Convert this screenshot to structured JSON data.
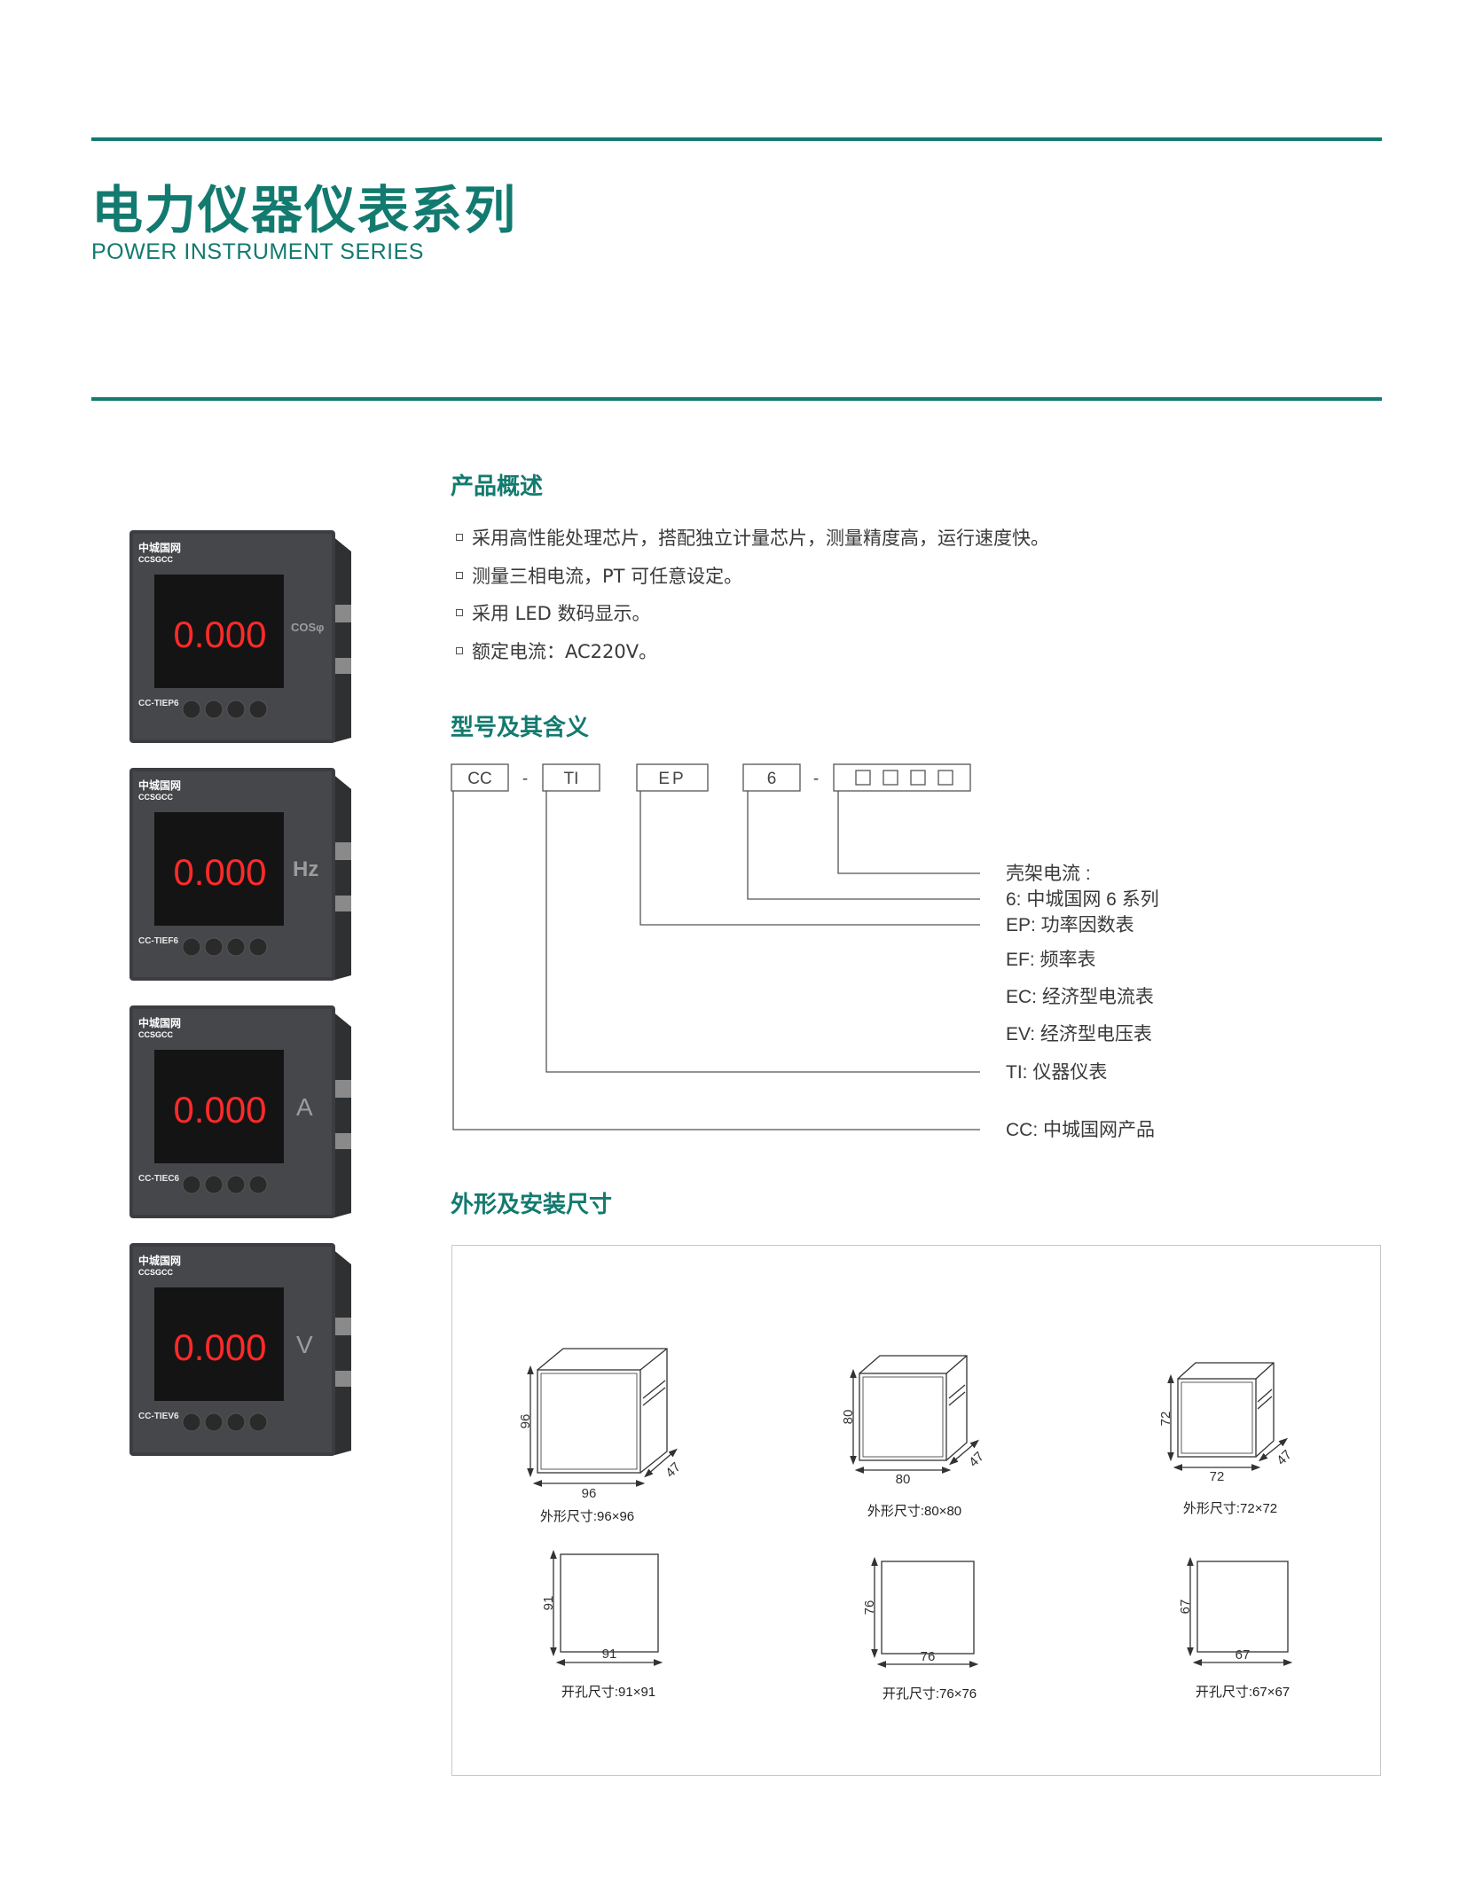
{
  "header": {
    "title": "电力仪器仪表系列",
    "subtitle": "POWER INSTRUMENT SERIES"
  },
  "overview": {
    "heading": "产品概述",
    "items": [
      "采用高性能处理芯片，搭配独立计量芯片，测量精度高，运行速度快。",
      "测量三相电流，PT 可任意设定。",
      "采用 LED 数码显示。",
      "额定电流：AC220V。"
    ]
  },
  "model": {
    "heading": "型号及其含义",
    "codes": [
      "CC",
      "TI",
      "EP",
      "6"
    ],
    "separators": [
      "-",
      "-"
    ],
    "meanings": [
      "壳架电流 :",
      "6: 中城国网 6 系列",
      "EP: 功率因数表",
      "EF: 频率表",
      "EC: 经济型电流表",
      "EV: 经济型电压表",
      "TI: 仪器仪表",
      "CC:  中城国网产品"
    ]
  },
  "dimensions": {
    "heading": "外形及安装尺寸",
    "outline": [
      {
        "w": "96",
        "h": "96",
        "d": "47",
        "caption": "外形尺寸:96×96"
      },
      {
        "w": "80",
        "h": "80",
        "d": "47",
        "caption": "外形尺寸:80×80"
      },
      {
        "w": "72",
        "h": "72",
        "d": "47",
        "caption": "外形尺寸:72×72"
      }
    ],
    "cutout": [
      {
        "w": "91",
        "h": "91",
        "caption": "开孔尺寸:91×91"
      },
      {
        "w": "76",
        "h": "76",
        "caption": "开孔尺寸:76×76"
      },
      {
        "w": "67",
        "h": "67",
        "caption": "开孔尺寸:67×67"
      }
    ]
  },
  "devices": [
    {
      "brand": "中城国网",
      "brand_en": "CCSGCC",
      "reading": "0.000",
      "unit": "COSφ",
      "model": "CC-TIEP6"
    },
    {
      "brand": "中城国网",
      "brand_en": "CCSGCC",
      "reading": "0.000",
      "unit": "Hz",
      "model": "CC-TIEF6"
    },
    {
      "brand": "中城国网",
      "brand_en": "CCSGCC",
      "reading": "0.000",
      "unit": "A",
      "model": "CC-TIEC6"
    },
    {
      "brand": "中城国网",
      "brand_en": "CCSGCC",
      "reading": "0.000",
      "unit": "V",
      "model": "CC-TIEV6"
    }
  ],
  "colors": {
    "accent": "#127a6f",
    "led": "#ff2a2a",
    "panel": "#3a3c3e"
  }
}
